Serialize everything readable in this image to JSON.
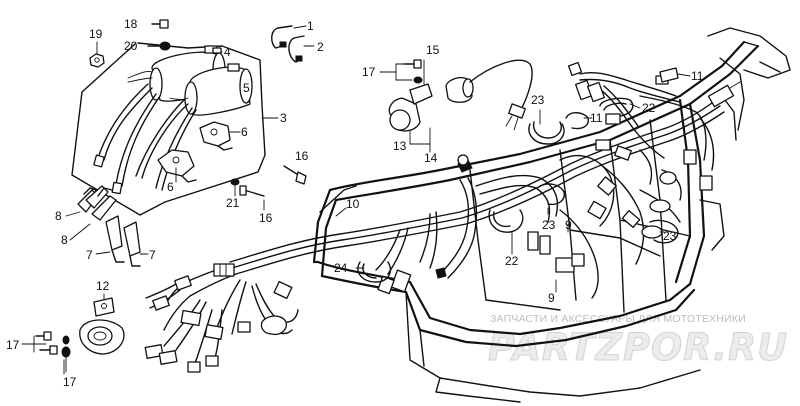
{
  "watermark": {
    "caption": "ЗАПЧАСТИ И АКСЕССУАРЫ ДЛЯ МОТОТЕХНИКИ",
    "brand": "PARTZPOR.RU"
  },
  "parts": [
    {
      "id": "p1",
      "number": "1"
    },
    {
      "id": "p2",
      "number": "2"
    },
    {
      "id": "p3",
      "number": "3"
    },
    {
      "id": "p4",
      "number": "4"
    },
    {
      "id": "p5",
      "number": "5"
    },
    {
      "id": "p6a",
      "number": "6"
    },
    {
      "id": "p6b",
      "number": "6"
    },
    {
      "id": "p7a",
      "number": "7"
    },
    {
      "id": "p7b",
      "number": "7"
    },
    {
      "id": "p8a",
      "number": "8"
    },
    {
      "id": "p8b",
      "number": "8"
    },
    {
      "id": "p9a",
      "number": "9"
    },
    {
      "id": "p9b",
      "number": "9"
    },
    {
      "id": "p10",
      "number": "10"
    },
    {
      "id": "p11a",
      "number": "11"
    },
    {
      "id": "p11b",
      "number": "11"
    },
    {
      "id": "p12",
      "number": "12"
    },
    {
      "id": "p13",
      "number": "13"
    },
    {
      "id": "p14",
      "number": "14"
    },
    {
      "id": "p15",
      "number": "15"
    },
    {
      "id": "p16a",
      "number": "16"
    },
    {
      "id": "p16b",
      "number": "16"
    },
    {
      "id": "p17a",
      "number": "17"
    },
    {
      "id": "p17b",
      "number": "17"
    },
    {
      "id": "p17c",
      "number": "17"
    },
    {
      "id": "p18",
      "number": "18"
    },
    {
      "id": "p19",
      "number": "19"
    },
    {
      "id": "p20",
      "number": "20"
    },
    {
      "id": "p21",
      "number": "21"
    },
    {
      "id": "p22a",
      "number": "22"
    },
    {
      "id": "p22b",
      "number": "22"
    },
    {
      "id": "p23a",
      "number": "23"
    },
    {
      "id": "p23b",
      "number": "23"
    },
    {
      "id": "p23c",
      "number": "23"
    },
    {
      "id": "p24",
      "number": "24"
    }
  ]
}
